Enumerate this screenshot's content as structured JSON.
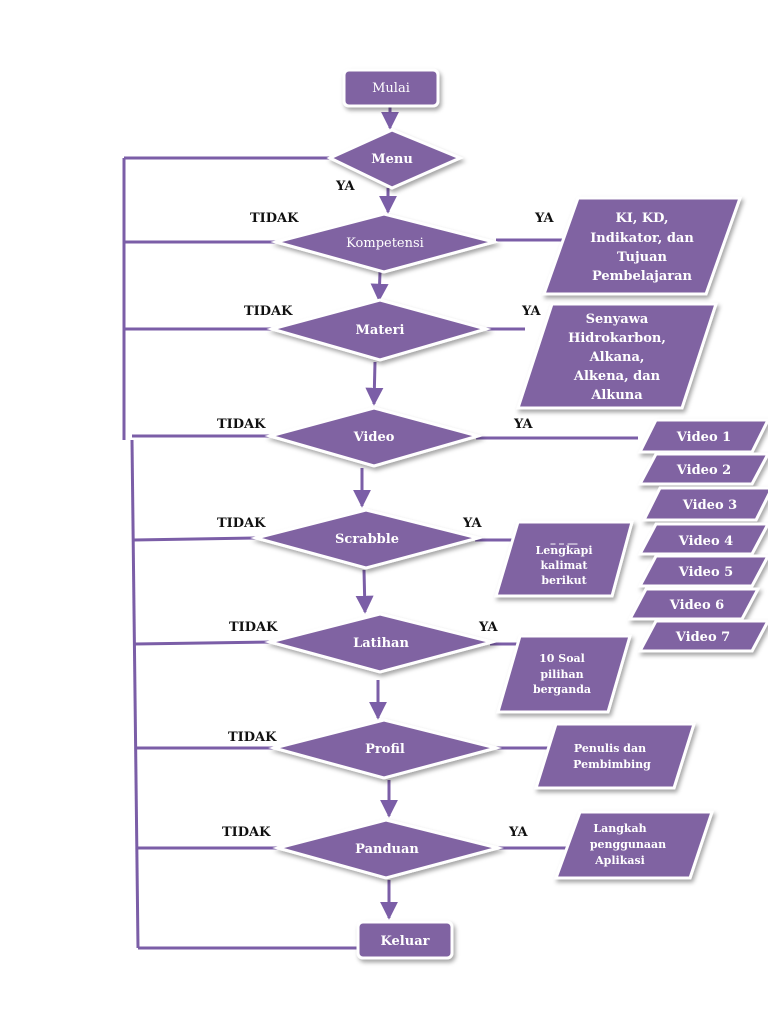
{
  "nodes": {
    "start": "Mulai",
    "menu": "Menu",
    "kompetensi": "Kompetensi",
    "materi": "Materi",
    "video": "Video",
    "scrabble": "Scrabble",
    "latihan": "Latihan",
    "profil": "Profil",
    "panduan": "Panduan",
    "end": "Keluar"
  },
  "outputs": {
    "kompetensi": [
      "KI, KD,",
      "Indikator, dan",
      "Tujuan",
      "Pembelajaran"
    ],
    "materi": [
      "Senyawa",
      "Hidrokarbon,",
      "Alkana,",
      "Alkena, dan",
      "Alkuna"
    ],
    "videos": [
      "Video 1",
      "Video 2",
      "Video 3",
      "Video 4",
      "Video 5",
      "Video 6",
      "Video 7"
    ],
    "scrabble": [
      "_ _ __",
      "Lengkapi",
      "kalimat",
      "berikut"
    ],
    "latihan": [
      "10 Soal",
      "pilihan",
      "berganda"
    ],
    "profil": [
      "Penulis dan",
      "Pembimbing"
    ],
    "panduan": [
      "Langkah",
      "penggunaan",
      "Aplikasi"
    ]
  },
  "labels": {
    "ya": "YA",
    "tidak": "TIDAK"
  },
  "colors": {
    "fill": "#8064a2",
    "line": "#7b5ea7",
    "border": "#ffffff",
    "text": "#ffffff",
    "label": "#111111"
  }
}
